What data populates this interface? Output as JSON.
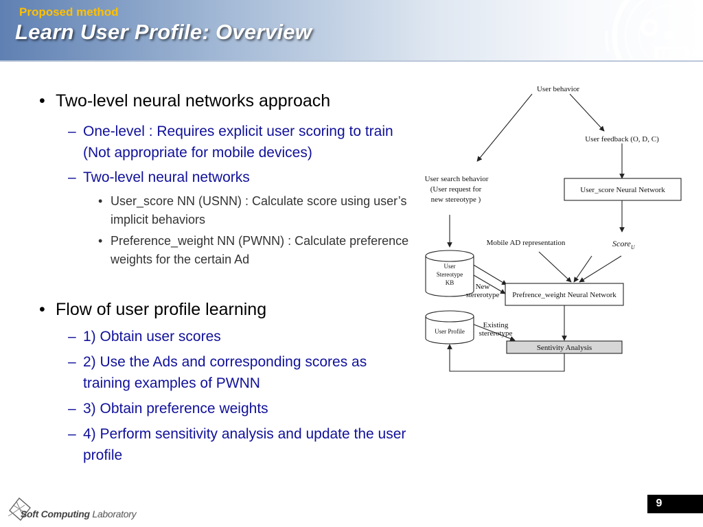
{
  "header": {
    "subtitle": "Proposed method",
    "title": "Learn User Profile: Overview"
  },
  "content": {
    "bullet_char": "•",
    "dash_char": "–",
    "sections": [
      {
        "text": "Two-level neural networks approach",
        "one_level": "One-level : Requires explicit user scoring to train (Not appropriate for mobile devices)",
        "two_level": "Two-level neural networks",
        "usnn": "User_score NN (USNN) : Calculate score using user’s implicit behaviors",
        "pwnn": "Preference_weight NN (PWNN) : Calculate preference weights for the certain Ad"
      },
      {
        "text": "Flow of user profile learning",
        "steps": [
          "1) Obtain user scores",
          "2) Use the Ads and corresponding scores as training examples of PWNN",
          "3) Obtain preference weights",
          "4) Perform sensitivity analysis and update the user profile"
        ]
      }
    ]
  },
  "diagram": {
    "user_behavior": "User behavior",
    "user_feedback": "User feedback  (O, D, C)",
    "search_line1": "User search behavior",
    "search_line2": "(User request for",
    "search_line3": "new stereotype )",
    "usnn_box": "User_score Neural Network",
    "mobile_ad": "Mobile AD representation",
    "score": "Score",
    "score_sub": "U",
    "kb_line1": "User",
    "kb_line2": "Stereotype",
    "kb_line3": "KB",
    "new_line1": "New",
    "new_line2": "stererotype",
    "pwnn_box": "Prefrence_weight Neural Network",
    "profile": "User Profile",
    "existing_line1": "Existing",
    "existing_line2": "stererotype",
    "sentivity": "Sentivity Analysis"
  },
  "footer": {
    "logo_name": "Soft Computing",
    "logo_lab": "Laboratory",
    "page_number": "9"
  }
}
